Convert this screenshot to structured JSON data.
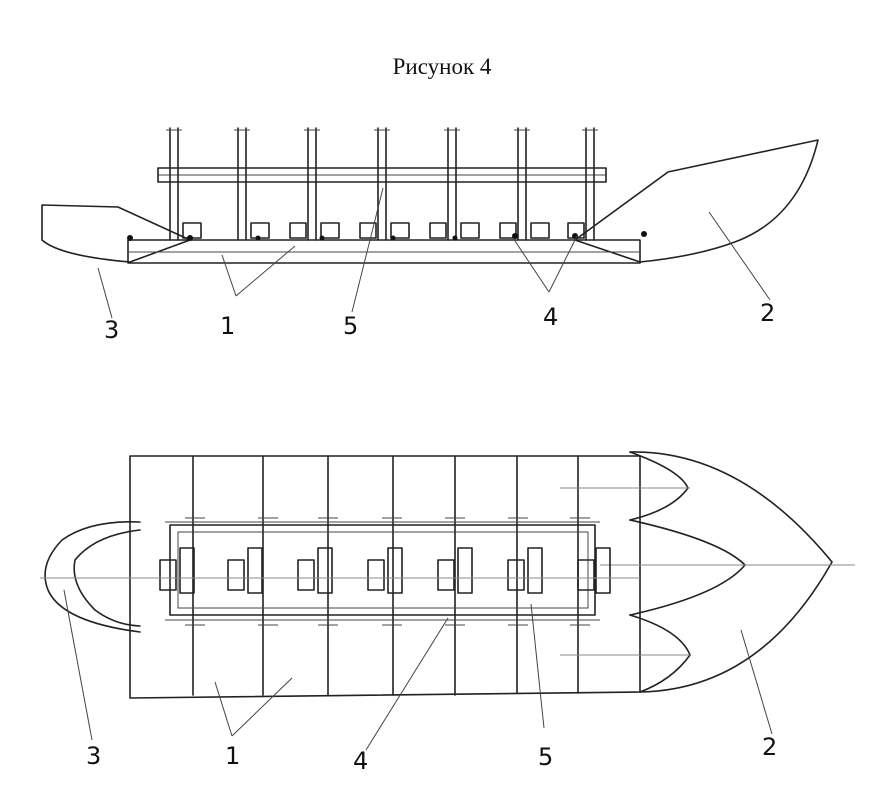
{
  "figure": {
    "title": "Рисунок 4"
  },
  "side_view": {
    "labels": [
      "3",
      "1",
      "5",
      "4",
      "2"
    ]
  },
  "top_view": {
    "labels": [
      "3",
      "1",
      "4",
      "5",
      "2"
    ]
  }
}
